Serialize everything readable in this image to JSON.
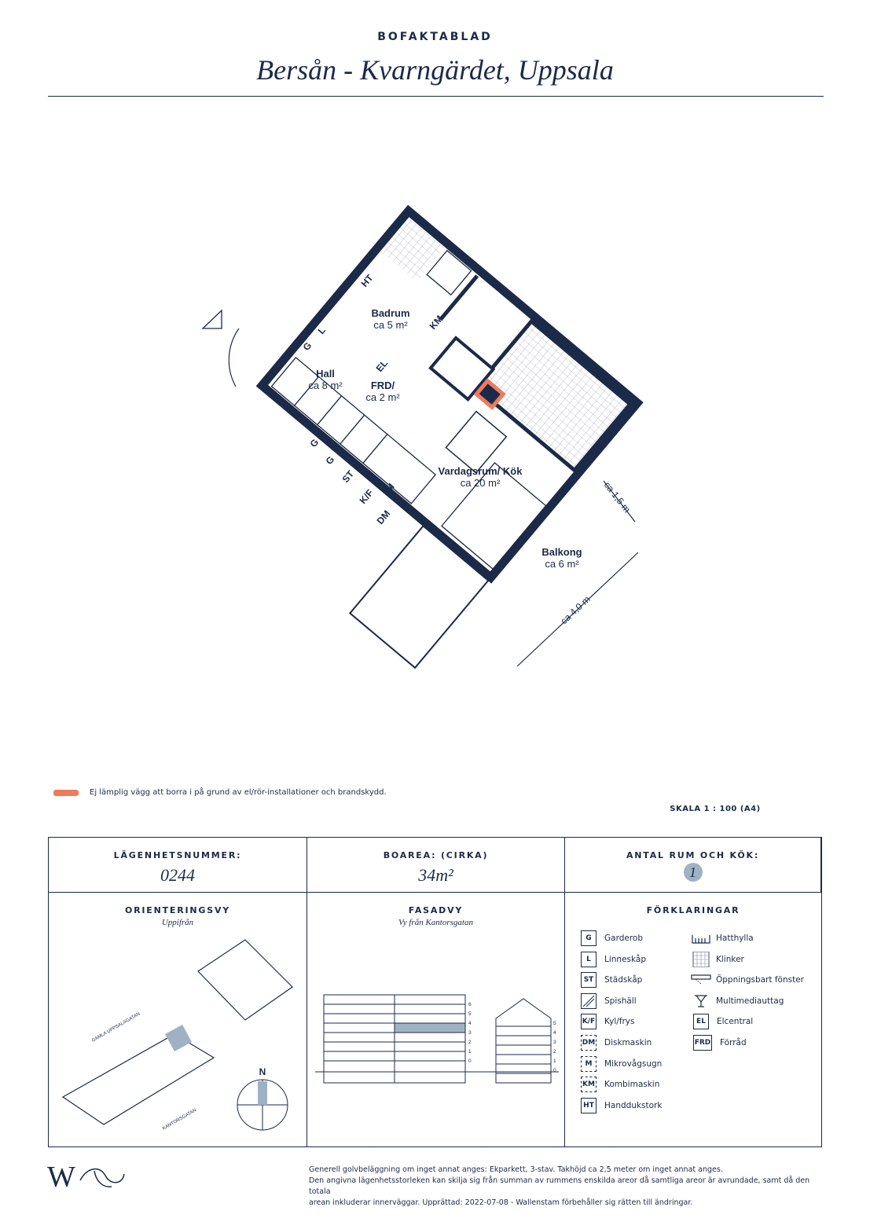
{
  "header": {
    "kicker": "BOFAKTABLAD",
    "title": "Bersån - Kvarngärdet, Uppsala"
  },
  "plan": {
    "rooms": [
      {
        "name": "Badrum",
        "area": "ca 5 m²"
      },
      {
        "name": "Hall",
        "area": "ca 8 m²"
      },
      {
        "name": "FRD/",
        "area": "ca 2 m²"
      },
      {
        "name": "Vardagsrum/ Kök",
        "area": "ca 20 m²"
      },
      {
        "name": "Balkong",
        "area": "ca 6 m²"
      }
    ],
    "fixture_labels": {
      "ht": "HT",
      "km": "KM",
      "g1": "G",
      "l1": "L",
      "el": "EL",
      "g2": "G",
      "g3": "G",
      "st": "ST",
      "kf": "K/F",
      "m": "M",
      "dm": "DM"
    },
    "dimensions": {
      "width": "ca 1,5 m",
      "length": "ca 4,0 m"
    }
  },
  "warning_legend": {
    "text": "Ej lämplig vägg att borra i på grund av el/rör-installationer och brandskydd.",
    "color": "#f07a5e"
  },
  "scale": {
    "label": "SKALA 1 : 100 (A4)"
  },
  "info": {
    "apartment_number": {
      "label": "LÄGENHETSNUMMER:",
      "value": "0244"
    },
    "living_area": {
      "label": "BOAREA: (CIRKA)",
      "value": "34m²"
    },
    "rooms_count": {
      "label": "ANTAL RUM OCH KÖK:",
      "value": "1"
    }
  },
  "orientation": {
    "label": "ORIENTERINGSVY",
    "sub": "Uppifrån",
    "street1": "GAMLA UPPSALAGATAN",
    "street2": "KANTORSGATAN",
    "north": "N"
  },
  "facade": {
    "label": "FASADVY",
    "sub": "Vy från Kantorsgatan",
    "floors_left": [
      "6",
      "5",
      "4",
      "3",
      "2",
      "1",
      "0"
    ],
    "floors_right": [
      "5",
      "4",
      "3",
      "2",
      "1",
      "0"
    ],
    "highlight_floor": "4",
    "highlight_color": "#9fb2c4"
  },
  "legend": {
    "label": "FÖRKLARINGAR",
    "items_left": [
      {
        "code": "G",
        "text": "Garderob"
      },
      {
        "code": "L",
        "text": "Linneskåp"
      },
      {
        "code": "ST",
        "text": "Städskåp"
      },
      {
        "code": "",
        "icon": "spishall-icon",
        "text": "Spishäll"
      },
      {
        "code": "K/F",
        "text": "Kyl/frys"
      },
      {
        "code": "DM",
        "text": "Diskmaskin",
        "dashed": true
      },
      {
        "code": "M",
        "text": "Mikrovågsugn",
        "dashed": true
      },
      {
        "code": "KM",
        "text": "Kombimaskin",
        "dashed": true
      },
      {
        "code": "HT",
        "text": "Handdukstork"
      }
    ],
    "items_right": [
      {
        "icon": "hatshelf-icon",
        "text": "Hatthylla"
      },
      {
        "icon": "tiles-icon",
        "text": "Klinker"
      },
      {
        "icon": "window-icon",
        "text": "Öppningsbart fönster"
      },
      {
        "icon": "media-outlet-icon",
        "text": "Multimediauttag"
      },
      {
        "code": "EL",
        "text": "Elcentral"
      },
      {
        "code": "FRD",
        "text": "Förråd"
      }
    ]
  },
  "footer": {
    "line1": "Generell golvbeläggning om inget annat anges: Ekparkett, 3-stav. Takhöjd ca 2,5 meter om inget annat anges.",
    "line2": "Den angivna lägenhetsstorleken kan skilja sig från summan av rummens enskilda areor då samtliga areor är avrundade, samt då den totala",
    "line3": "arean inkluderar innerväggar. Upprättad: 2022-07-08 - Wallenstam förbehåller sig rätten till ändringar.",
    "logo_letter": "W"
  }
}
